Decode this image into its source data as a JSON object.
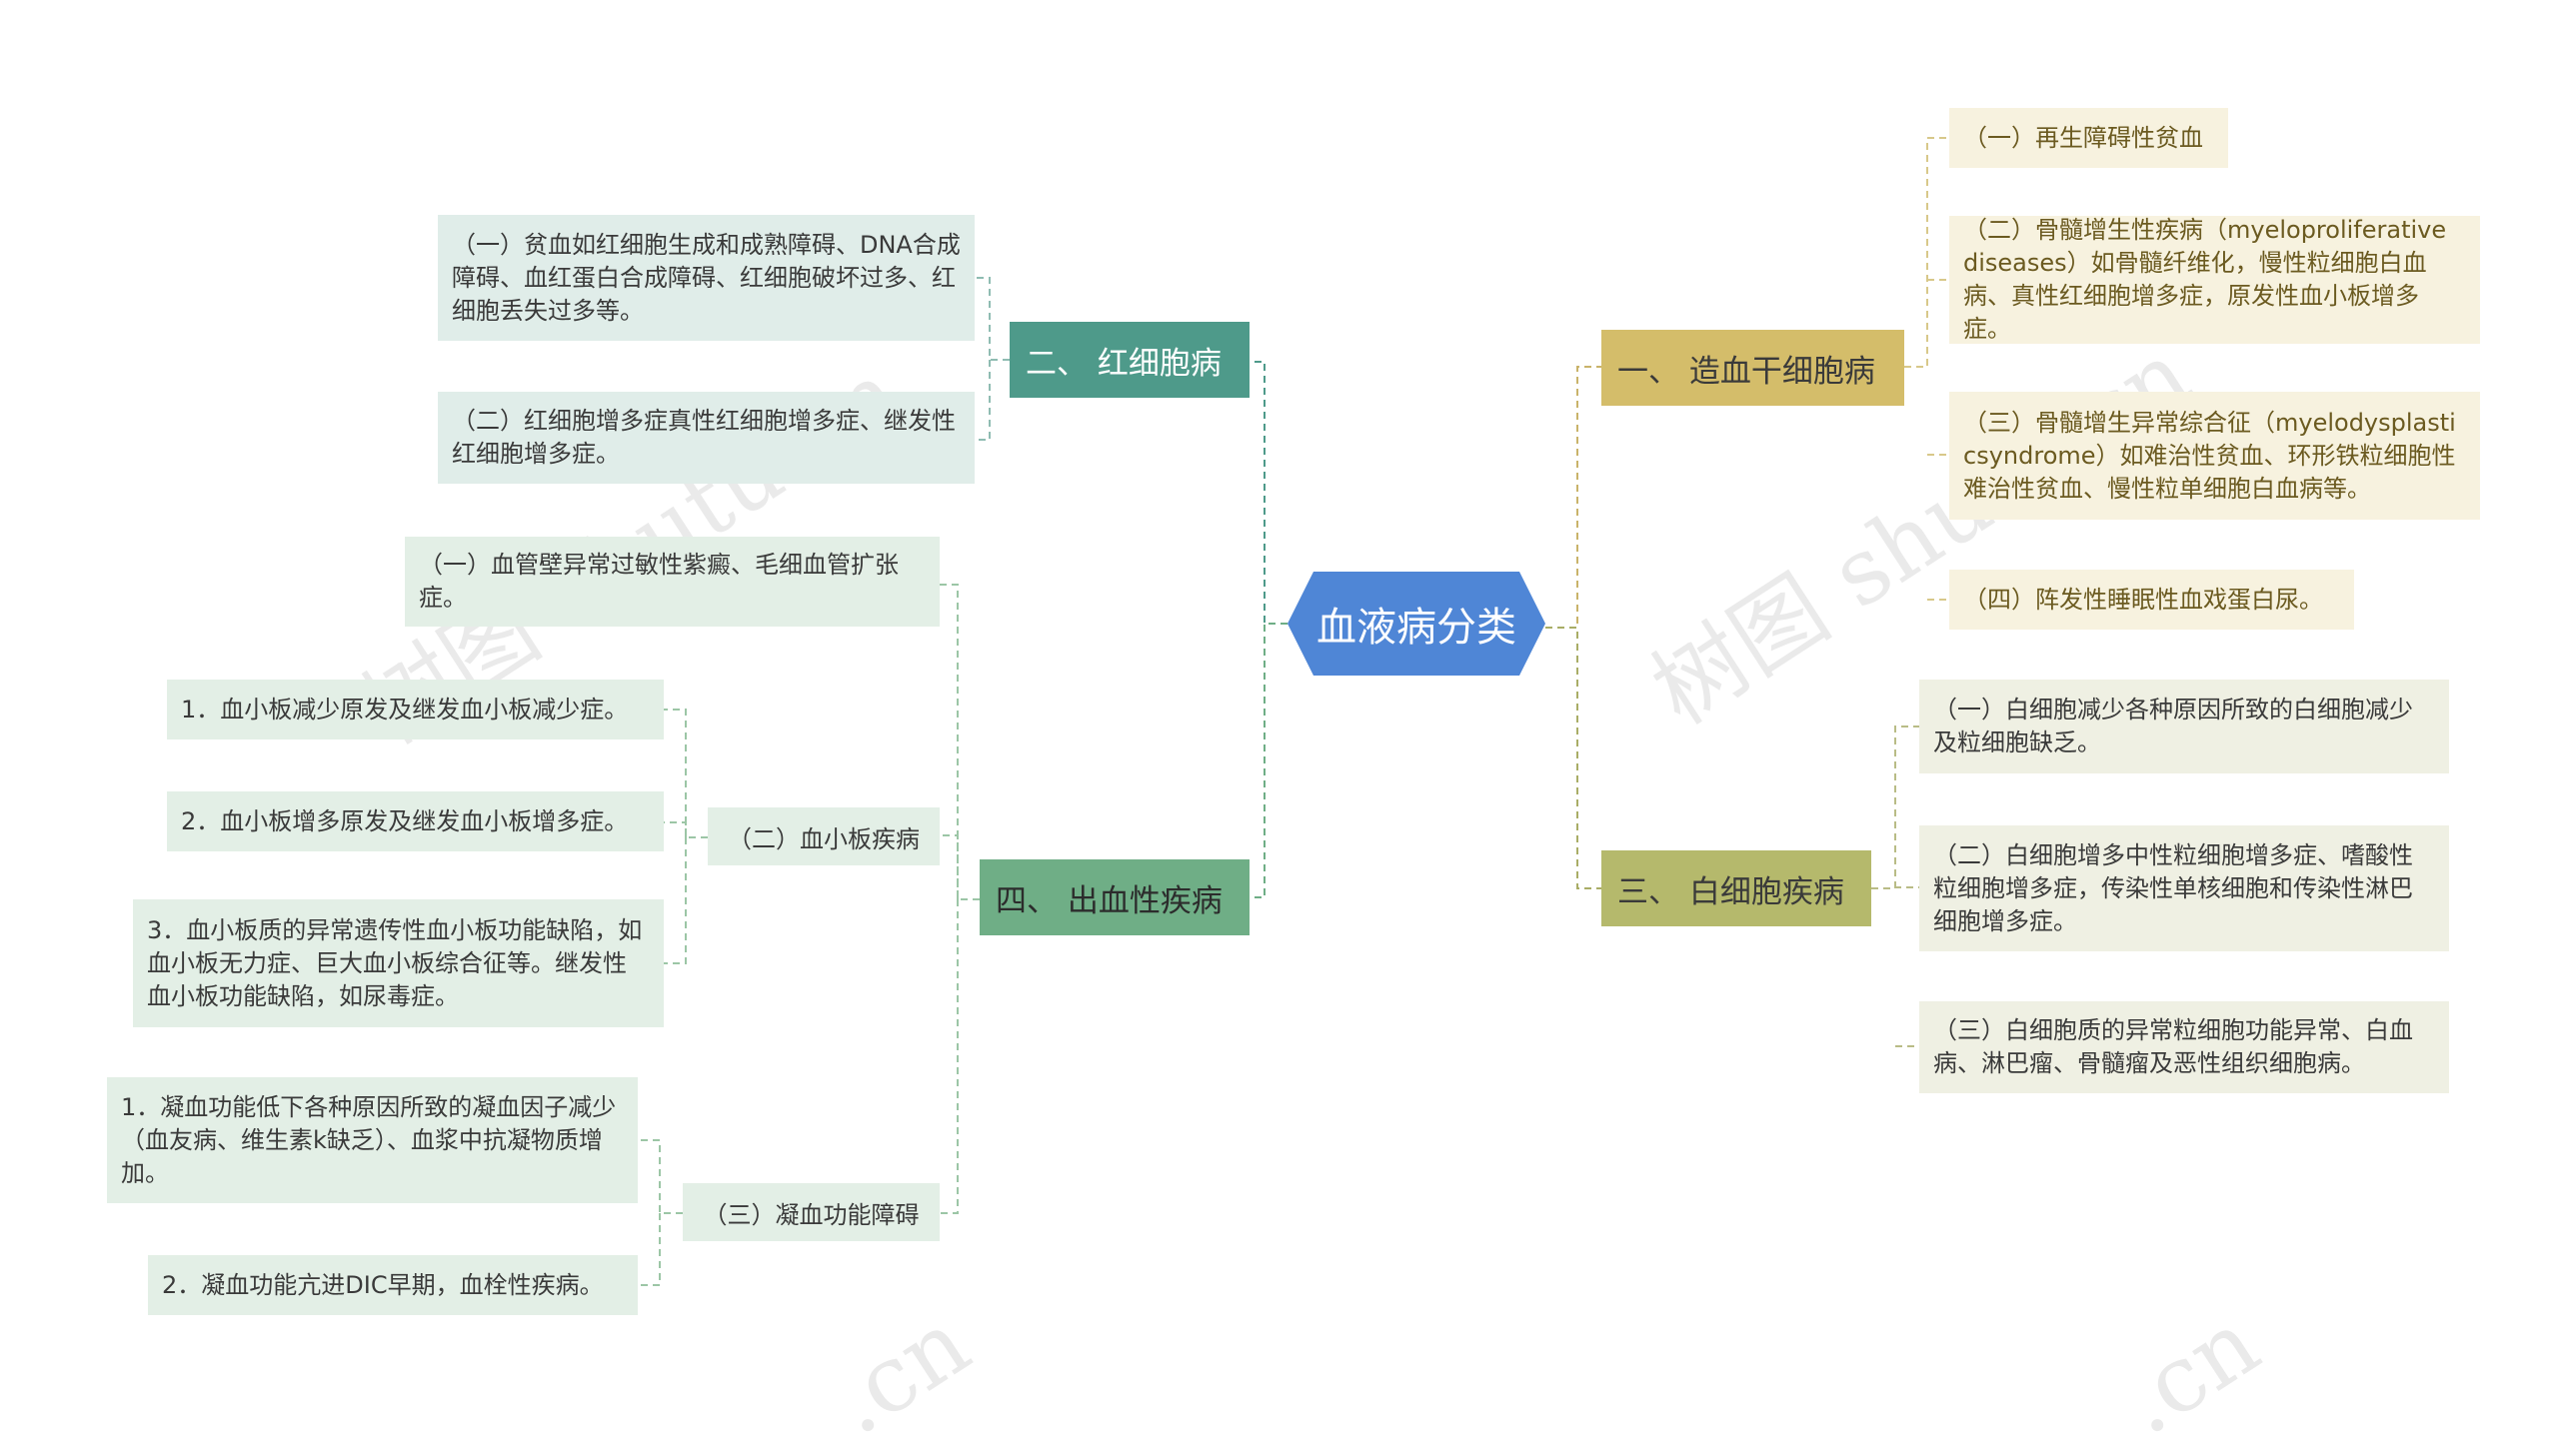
{
  "root": {
    "label": "血液病分类"
  },
  "branches": {
    "red": {
      "label": "二、 红细胞病",
      "leaves": [
        "（一）贫血如红细胞生成和成熟障碍、DNA合成障碍、血红蛋白合成障碍、红细胞破坏过多、红细胞丢失过多等。",
        "（二）红细胞增多症真性红细胞增多症、继发性红细胞增多症。"
      ]
    },
    "bleed": {
      "label": "四、 出血性疾病",
      "vascular": "（一）血管壁异常过敏性紫癜、毛细血管扩张症。",
      "platelet": {
        "label": "（二）血小板疾病",
        "leaves": [
          "1．血小板减少原发及继发血小板减少症。",
          "2．血小板增多原发及继发血小板增多症。",
          "3．血小板质的异常遗传性血小板功能缺陷，如血小板无力症、巨大血小板综合征等。继发性血小板功能缺陷，如尿毒症。"
        ]
      },
      "coag": {
        "label": "（三）凝血功能障碍",
        "leaves": [
          "1．凝血功能低下各种原因所致的凝血因子减少（血友病、维生素k缺乏）、血浆中抗凝物质增加。",
          "2．凝血功能亢进DIC早期，血栓性疾病。"
        ]
      }
    },
    "stem": {
      "label": "一、 造血干细胞病",
      "leaves": [
        "（一）再生障碍性贫血",
        "（二）骨髓增生性疾病（myeloproliferative diseases）如骨髓纤维化，慢性粒细胞白血病、真性红细胞增多症，原发性血小板增多症。",
        "（三）骨髓增生异常综合征（myelodysplasticsyndrome）如难治性贫血、环形铁粒细胞性难治性贫血、慢性粒单细胞白血病等。",
        "（四）阵发性睡眠性血戏蛋白尿。"
      ]
    },
    "white": {
      "label": "三、 白细胞疾病",
      "leaves": [
        "（一）白细胞减少各种原因所致的白细胞减少及粒细胞缺乏。",
        "（二）白细胞增多中性粒细胞增多症、嗜酸性粒细胞增多症，传染性单核细胞和传染性淋巴细胞增多症。",
        "（三）白细胞质的异常粒细胞功能异常、白血病、淋巴瘤、骨髓瘤及恶性组织细胞病。"
      ]
    }
  },
  "watermark": [
    "树图 shutu.cn",
    "树图 shutu.cn",
    ".cn",
    ".cn"
  ],
  "colors": {
    "root": "#4f86d6",
    "red_branch": "#4e9a8a",
    "bleed_branch": "#6fae86",
    "stem_branch": "#d4bd6a",
    "white_branch": "#b5b96c"
  }
}
